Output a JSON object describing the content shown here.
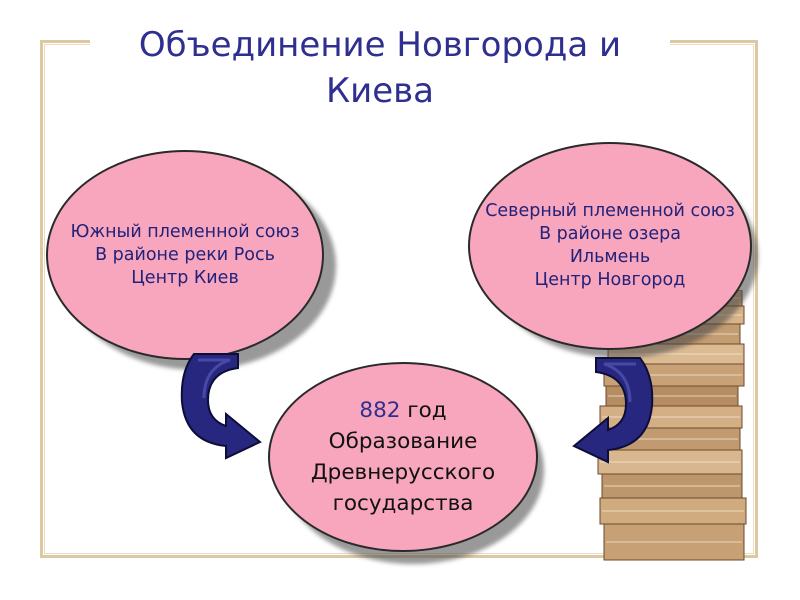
{
  "title": {
    "line1": "Объединение Новгорода и",
    "line2": "Киева"
  },
  "south": {
    "line1": "Южный племенной союз",
    "line2": "В районе реки Рось",
    "line3": "Центр Киев"
  },
  "north": {
    "line1": "Северный племенной союз",
    "line2": "В районе озера",
    "line3": "Ильмень",
    "line4": "Центр Новгород"
  },
  "center": {
    "year": "882",
    "year_suffix": " год",
    "line2": "Образование",
    "line3": "Древнерусского",
    "line4": "государства"
  },
  "colors": {
    "ellipse_fill": "#f7a6bd",
    "title": "#2f2f8f",
    "arrow": "#27277f",
    "frame": "#ddc9a1"
  },
  "icons": [
    "curved-arrow-icon",
    "books-stack-icon"
  ]
}
